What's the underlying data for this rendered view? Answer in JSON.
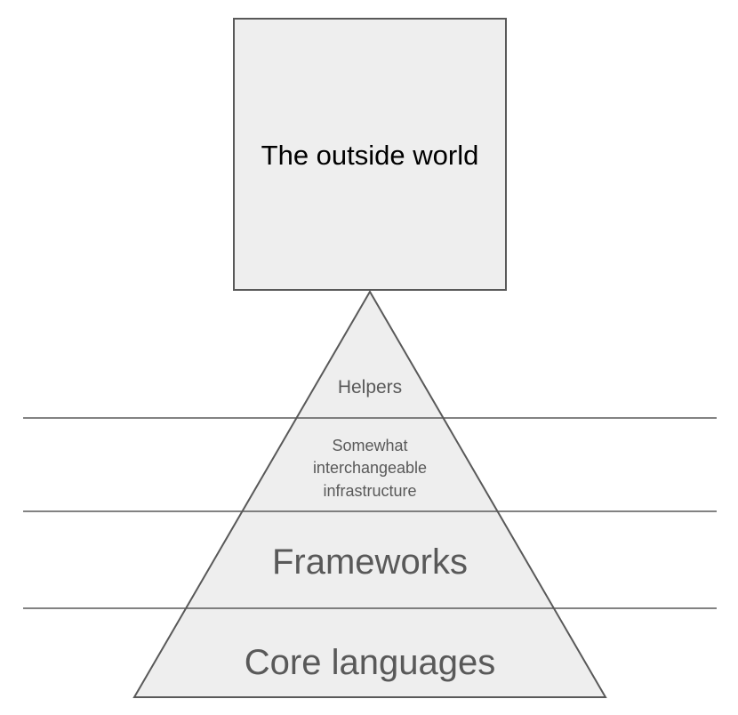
{
  "outside_world": {
    "label": "The outside world"
  },
  "pyramid": {
    "layers": [
      {
        "id": "helpers",
        "label": "Helpers"
      },
      {
        "id": "infrastructure",
        "lines": [
          "Somewhat",
          "interchangeable",
          "infrastructure"
        ]
      },
      {
        "id": "frameworks",
        "label": "Frameworks"
      },
      {
        "id": "core",
        "label": "Core languages"
      }
    ]
  },
  "colors": {
    "shape_fill": "#eeeeee",
    "shape_stroke": "#595959",
    "box_text": "#000000",
    "layer_text": "#595959"
  }
}
